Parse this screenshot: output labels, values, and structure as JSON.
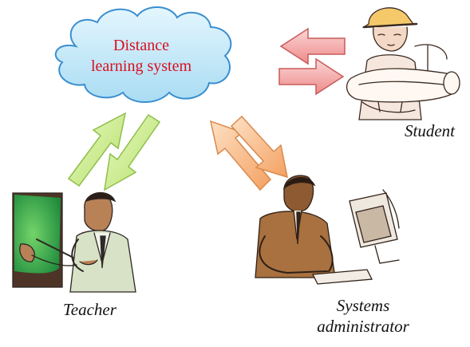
{
  "diagram": {
    "central_node": {
      "line1": "Distance",
      "line2": "learning system"
    },
    "roles": {
      "student": "Student",
      "teacher": "Teacher",
      "admin_line1": "Systems",
      "admin_line2": "administrator"
    },
    "colors": {
      "cloud_fill": "#c8ecfa",
      "cloud_stroke": "#3a8fd0",
      "label_red": "#d90f1f",
      "arrow_student": "#f2a0a0",
      "arrow_teacher": "#c9ec8c",
      "arrow_admin": "#f7b37a"
    },
    "icons": [
      "cloud-shape",
      "student-clipart",
      "teacher-clipart",
      "administrator-clipart"
    ]
  }
}
